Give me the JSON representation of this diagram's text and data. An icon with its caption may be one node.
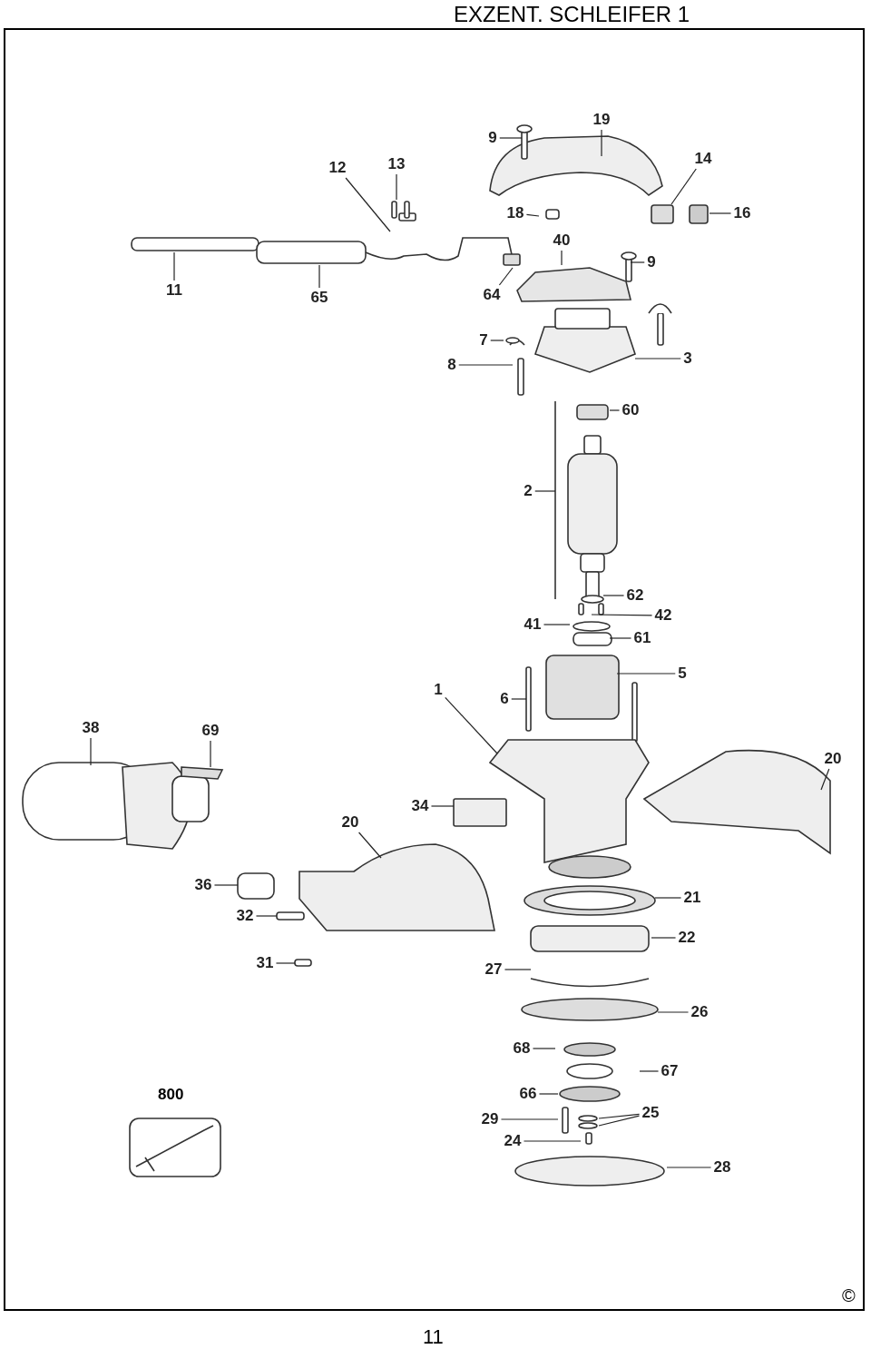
{
  "diagram": {
    "title": "EXZENT. SCHLEIFER 1",
    "nodes": [
      {
        "text": [
          "9"
        ]
      },
      {
        "text": [
          "19"
        ]
      },
      {
        "text": [
          "12"
        ]
      },
      {
        "text": [
          "13"
        ]
      },
      {
        "text": [
          "14"
        ]
      },
      {
        "text": [
          "16"
        ]
      },
      {
        "text": [
          "18"
        ]
      },
      {
        "text": [
          "40"
        ]
      },
      {
        "text": [
          "9"
        ]
      },
      {
        "text": [
          "11"
        ]
      },
      {
        "text": [
          "65"
        ]
      },
      {
        "text": [
          "64"
        ]
      },
      {
        "text": [
          "7"
        ]
      },
      {
        "text": [
          "8"
        ]
      },
      {
        "text": [
          "3"
        ]
      },
      {
        "text": [
          "60"
        ]
      },
      {
        "text": [
          "2"
        ]
      },
      {
        "text": [
          "62"
        ]
      },
      {
        "text": [
          "42"
        ]
      },
      {
        "text": [
          "41"
        ]
      },
      {
        "text": [
          "61"
        ]
      },
      {
        "text": [
          "5"
        ]
      },
      {
        "text": [
          "1"
        ]
      },
      {
        "text": [
          "6"
        ]
      },
      {
        "text": [
          "38"
        ]
      },
      {
        "text": [
          "69"
        ]
      },
      {
        "text": [
          "20"
        ]
      },
      {
        "text": [
          "34"
        ]
      },
      {
        "text": [
          "20"
        ]
      },
      {
        "text": [
          "36"
        ]
      },
      {
        "text": [
          "21"
        ]
      },
      {
        "text": [
          "32"
        ]
      },
      {
        "text": [
          "22"
        ]
      },
      {
        "text": [
          "31"
        ]
      },
      {
        "text": [
          "27"
        ]
      },
      {
        "text": [
          "26"
        ]
      },
      {
        "text": [
          "68"
        ]
      },
      {
        "text": [
          "67"
        ]
      },
      {
        "text": [
          "66"
        ]
      },
      {
        "text": [
          "25"
        ]
      },
      {
        "text": [
          "29"
        ]
      },
      {
        "text": [
          "24"
        ]
      },
      {
        "text": [
          "28"
        ]
      }
    ],
    "edges": [
      {
        "from": 0,
        "to": null,
        "arrow": "none"
      },
      {
        "from": 1,
        "to": null,
        "arrow": "none"
      },
      {
        "from": 2,
        "to": null,
        "arrow": "none"
      },
      {
        "from": 3,
        "to": null,
        "arrow": "none"
      },
      {
        "from": 4,
        "to": null,
        "arrow": "none"
      },
      {
        "from": 5,
        "to": null,
        "arrow": "none"
      },
      {
        "from": 6,
        "to": null,
        "arrow": "none"
      },
      {
        "from": 7,
        "to": null,
        "arrow": "none"
      },
      {
        "from": 8,
        "to": null,
        "arrow": "none"
      },
      {
        "from": 9,
        "to": null,
        "arrow": "none"
      },
      {
        "from": 10,
        "to": null,
        "arrow": "none"
      },
      {
        "from": 11,
        "to": null,
        "arrow": "none"
      },
      {
        "from": 12,
        "to": null,
        "arrow": "none"
      },
      {
        "from": 13,
        "to": null,
        "arrow": "none"
      },
      {
        "from": 14,
        "to": null,
        "arrow": "none"
      },
      {
        "from": 15,
        "to": null,
        "arrow": "none"
      },
      {
        "from": 16,
        "to": null,
        "arrow": "none"
      },
      {
        "from": 17,
        "to": null,
        "arrow": "none"
      },
      {
        "from": 18,
        "to": null,
        "arrow": "none"
      },
      {
        "from": 19,
        "to": null,
        "arrow": "none"
      },
      {
        "from": 20,
        "to": null,
        "arrow": "none"
      },
      {
        "from": 21,
        "to": null,
        "arrow": "none"
      },
      {
        "from": 22,
        "to": null,
        "arrow": "none"
      },
      {
        "from": 23,
        "to": null,
        "arrow": "none"
      },
      {
        "from": 24,
        "to": null,
        "arrow": "none"
      },
      {
        "from": 25,
        "to": null,
        "arrow": "none"
      },
      {
        "from": 26,
        "to": null,
        "arrow": "none"
      },
      {
        "from": 27,
        "to": null,
        "arrow": "none"
      },
      {
        "from": 28,
        "to": null,
        "arrow": "none"
      },
      {
        "from": 29,
        "to": null,
        "arrow": "none"
      },
      {
        "from": 30,
        "to": null,
        "arrow": "none"
      },
      {
        "from": 31,
        "to": null,
        "arrow": "none"
      },
      {
        "from": 32,
        "to": null,
        "arrow": "none"
      },
      {
        "from": 33,
        "to": null,
        "arrow": "none"
      },
      {
        "from": 34,
        "to": null,
        "arrow": "none"
      },
      {
        "from": 35,
        "to": null,
        "arrow": "none"
      },
      {
        "from": 36,
        "to": null,
        "arrow": "none"
      },
      {
        "from": 37,
        "to": null,
        "arrow": "none"
      },
      {
        "from": 38,
        "to": null,
        "arrow": "none"
      },
      {
        "from": 39,
        "to": null,
        "arrow": "none"
      },
      {
        "from": 39,
        "to": null,
        "arrow": "none"
      },
      {
        "from": 40,
        "to": null,
        "arrow": "none"
      },
      {
        "from": 41,
        "to": null,
        "arrow": "none"
      },
      {
        "from": 42,
        "to": null,
        "arrow": "none"
      }
    ],
    "labels": [
      "800",
      "©",
      "11"
    ]
  }
}
